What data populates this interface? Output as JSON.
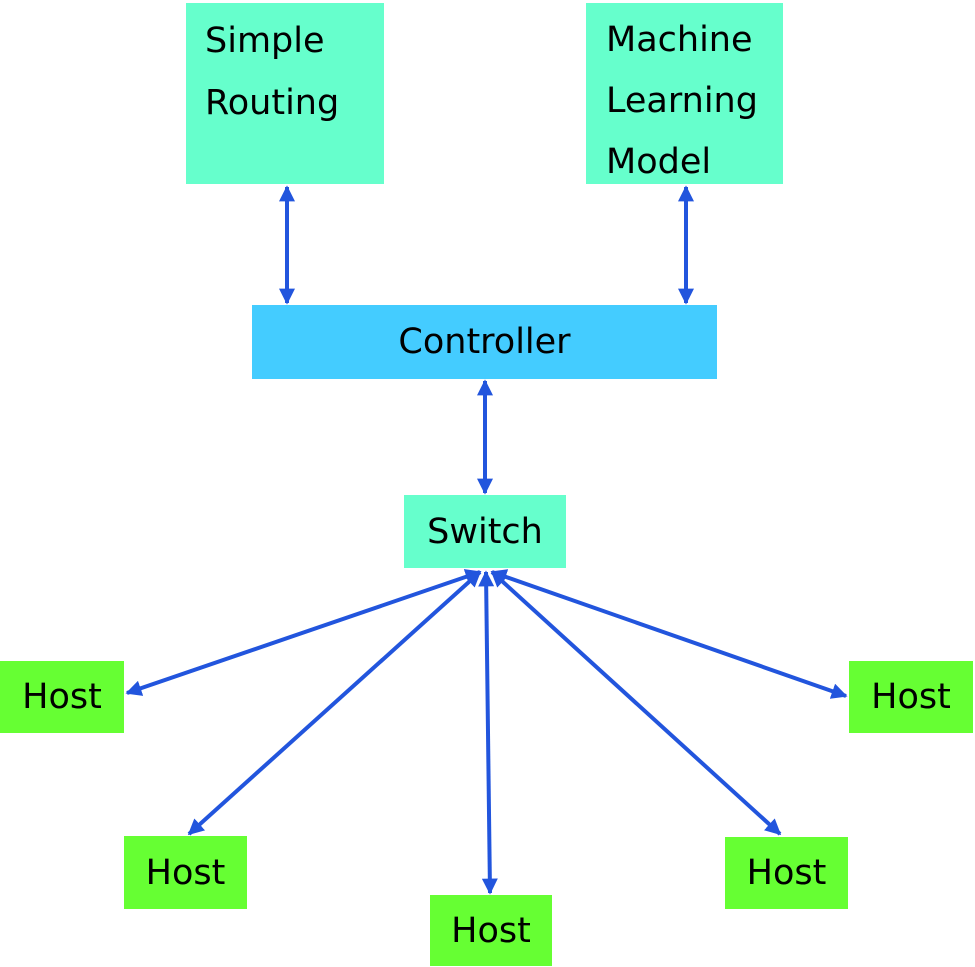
{
  "colors": {
    "module_fill": "#66FFCC",
    "controller_fill": "#44CCFF",
    "host_fill": "#66FF33",
    "arrow": "#2255DD"
  },
  "nodes": {
    "simple_routing": {
      "lines": [
        "Simple",
        "Routing"
      ]
    },
    "ml_model": {
      "lines": [
        "Machine",
        "Learning",
        "Model"
      ]
    },
    "controller": {
      "label": "Controller"
    },
    "switch": {
      "label": "Switch"
    },
    "hosts": [
      {
        "label": "Host"
      },
      {
        "label": "Host"
      },
      {
        "label": "Host"
      },
      {
        "label": "Host"
      },
      {
        "label": "Host"
      }
    ]
  },
  "edges": [
    {
      "from": "simple_routing",
      "to": "controller",
      "bidirectional": true
    },
    {
      "from": "ml_model",
      "to": "controller",
      "bidirectional": true
    },
    {
      "from": "controller",
      "to": "switch",
      "bidirectional": true
    },
    {
      "from": "switch",
      "to": "host-1",
      "bidirectional": true
    },
    {
      "from": "switch",
      "to": "host-2",
      "bidirectional": true
    },
    {
      "from": "switch",
      "to": "host-3",
      "bidirectional": true
    },
    {
      "from": "switch",
      "to": "host-4",
      "bidirectional": true
    },
    {
      "from": "switch",
      "to": "host-5",
      "bidirectional": true
    }
  ]
}
